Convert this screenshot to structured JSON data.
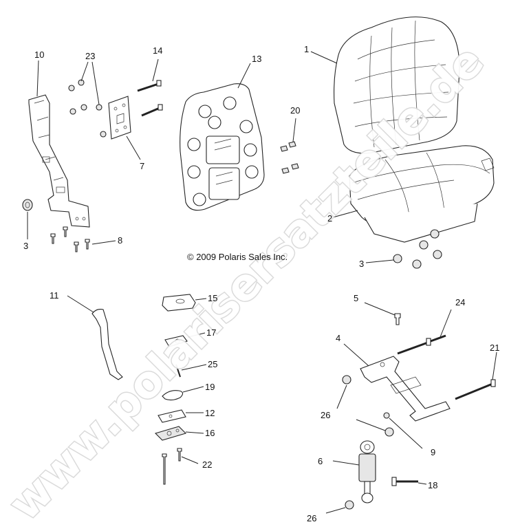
{
  "copyright": "© 2009 Polaris Sales Inc.",
  "watermark": "www.polarisersatzteile.de",
  "callouts": {
    "c1": "1",
    "c2": "2",
    "c3a": "3",
    "c3b": "3",
    "c4": "4",
    "c5": "5",
    "c6": "6",
    "c7": "7",
    "c8": "8",
    "c9": "9",
    "c10": "10",
    "c11": "11",
    "c12": "12",
    "c13": "13",
    "c14": "14",
    "c15": "15",
    "c16": "16",
    "c17": "17",
    "c18": "18",
    "c19": "19",
    "c20": "20",
    "c21": "21",
    "c22": "22",
    "c23": "23",
    "c24": "24",
    "c25": "25",
    "c26a": "26",
    "c26b": "26",
    "c26c": "26"
  }
}
